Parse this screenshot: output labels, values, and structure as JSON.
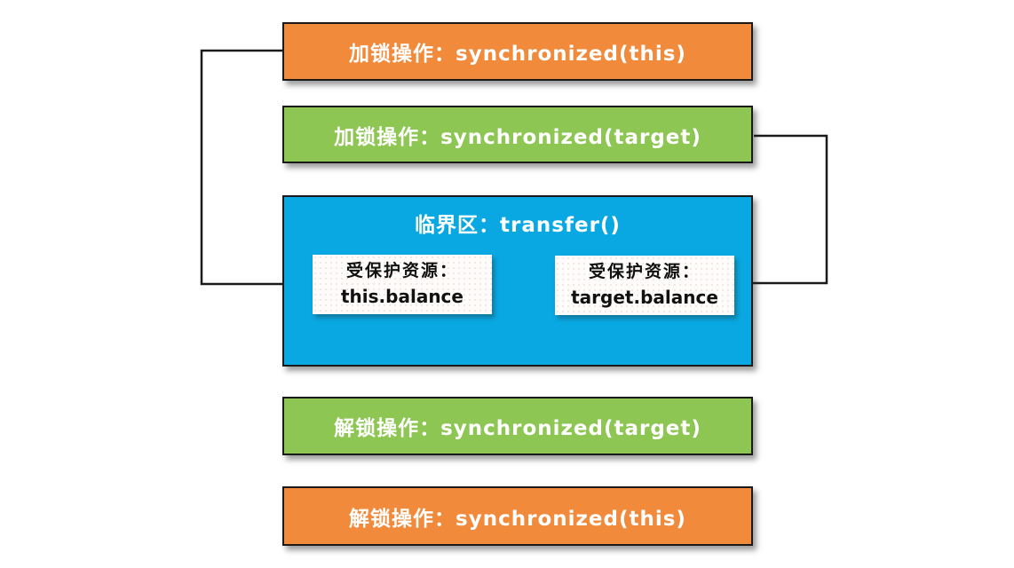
{
  "diagram": {
    "colors": {
      "orange": "#F18A3B",
      "green": "#8DC653",
      "blue": "#0AA8E2",
      "box_text": "#ffffff",
      "resource_text": "#111111",
      "arrow": "#1a1a1a"
    },
    "boxes": [
      {
        "id": "lock-this",
        "label": "加锁操作：synchronized(this)",
        "color": "orange"
      },
      {
        "id": "lock-target",
        "label": "加锁操作：synchronized(target)",
        "color": "green"
      },
      {
        "id": "critical-section",
        "label": "临界区：transfer()",
        "color": "blue"
      },
      {
        "id": "unlock-target",
        "label": "解锁操作：synchronized(target)",
        "color": "green"
      },
      {
        "id": "unlock-this",
        "label": "解锁操作：synchronized(this)",
        "color": "orange"
      }
    ],
    "resources": [
      {
        "id": "this-balance",
        "line1": "受保护资源：",
        "line2": "this.balance"
      },
      {
        "id": "target-balance",
        "line1": "受保护资源：",
        "line2": "target.balance"
      }
    ]
  }
}
